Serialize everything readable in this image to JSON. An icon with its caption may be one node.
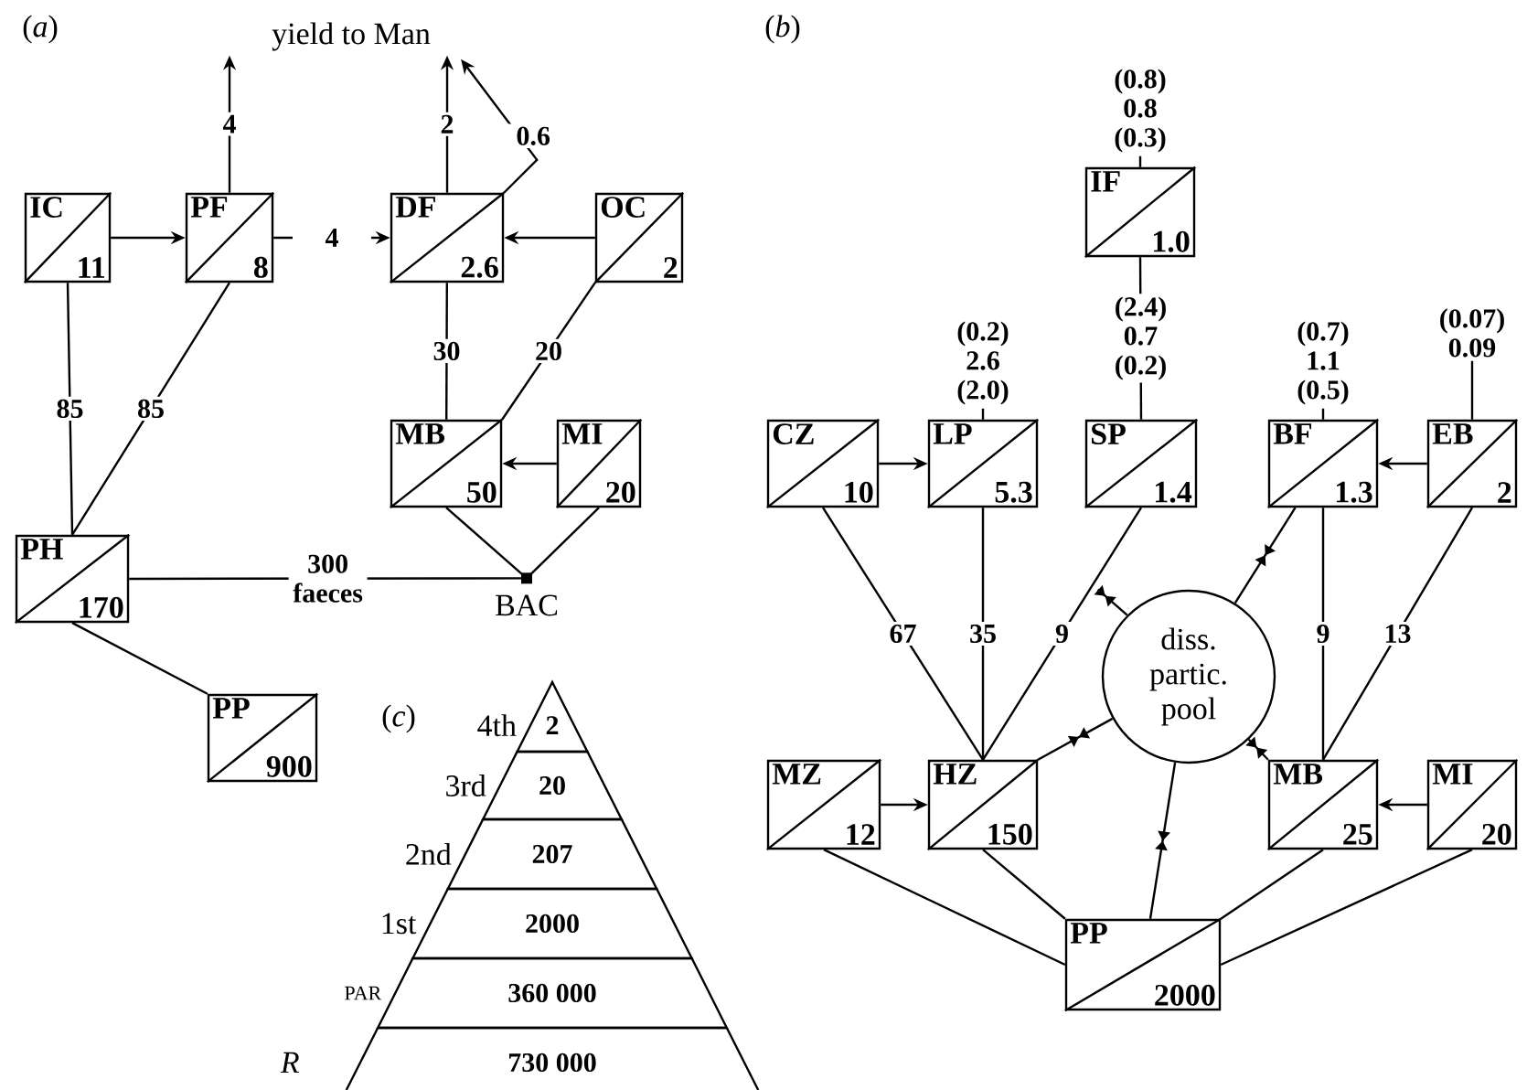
{
  "diagram": {
    "nodes": [
      {
        "text": [
          "yield to Man"
        ]
      },
      {
        "text": [
          "IC",
          "11"
        ]
      },
      {
        "text": [
          "PF",
          "8"
        ]
      },
      {
        "text": [
          "DF",
          "2.6"
        ]
      },
      {
        "text": [
          "OC",
          "2"
        ]
      },
      {
        "text": [
          "MB",
          "50"
        ]
      },
      {
        "text": [
          "MI",
          "20"
        ]
      },
      {
        "text": [
          "PH",
          "170"
        ]
      },
      {
        "text": [
          "BAC"
        ]
      },
      {
        "text": [
          "PP",
          "900"
        ]
      },
      {
        "text": [
          "IF",
          "1.0"
        ]
      },
      {
        "text": [
          "CZ",
          "10"
        ]
      },
      {
        "text": [
          "LP",
          "5.3"
        ]
      },
      {
        "text": [
          "SP",
          "1.4"
        ]
      },
      {
        "text": [
          "BF",
          "1.3"
        ]
      },
      {
        "text": [
          "EB",
          "2"
        ]
      },
      {
        "text": [
          "diss. partic. pool"
        ]
      },
      {
        "text": [
          "MZ",
          "12"
        ]
      },
      {
        "text": [
          "HZ",
          "150"
        ]
      },
      {
        "text": [
          "MB",
          "25"
        ]
      },
      {
        "text": [
          "MI",
          "20"
        ]
      },
      {
        "text": [
          "PP",
          "2000"
        ]
      },
      {
        "text": [
          "2"
        ],
        "beside": [
          "4th"
        ]
      },
      {
        "text": [
          "20"
        ],
        "beside": [
          "3rd"
        ]
      },
      {
        "text": [
          "207"
        ],
        "beside": [
          "2nd"
        ]
      },
      {
        "text": [
          "2000"
        ],
        "beside": [
          "1st"
        ]
      },
      {
        "text": [
          "360 000"
        ],
        "beside": [
          "PAR"
        ]
      },
      {
        "text": [
          "730 000"
        ],
        "beside": [
          "R"
        ]
      }
    ],
    "edges": [
      {
        "from": 2,
        "to": 0,
        "arrow": "to",
        "label": "4"
      },
      {
        "from": 3,
        "to": 0,
        "arrow": "to",
        "label": "2"
      },
      {
        "from": 3,
        "to": 0,
        "arrow": "to",
        "label": "0.6"
      },
      {
        "from": 1,
        "to": 2,
        "arrow": "to"
      },
      {
        "from": 2,
        "to": 3,
        "arrow": "to",
        "label": "4"
      },
      {
        "from": 4,
        "to": 3,
        "arrow": "to"
      },
      {
        "from": 1,
        "to": 7,
        "arrow": "none",
        "label": "85"
      },
      {
        "from": 2,
        "to": 7,
        "arrow": "none",
        "label": "85"
      },
      {
        "from": 3,
        "to": 5,
        "arrow": "none",
        "label": "30"
      },
      {
        "from": 4,
        "to": 5,
        "arrow": "none",
        "label": "20"
      },
      {
        "from": 6,
        "to": 5,
        "arrow": "to"
      },
      {
        "from": 5,
        "to": 8,
        "arrow": "none"
      },
      {
        "from": 6,
        "to": 8,
        "arrow": "none"
      },
      {
        "from": 7,
        "to": 8,
        "arrow": "none",
        "label": "300 faeces"
      },
      {
        "from": 7,
        "to": 9,
        "arrow": "none"
      },
      {
        "from": 10,
        "to": null,
        "arrow": "none",
        "label": "(0.8) 0.8 (0.3)"
      },
      {
        "from": 10,
        "to": 13,
        "arrow": "none",
        "label": "(2.4) 0.7 (0.2)"
      },
      {
        "from": 12,
        "to": null,
        "arrow": "none",
        "label": "(0.2) 2.6 (2.0)"
      },
      {
        "from": 14,
        "to": null,
        "arrow": "none",
        "label": "(0.7) 1.1 (0.5)"
      },
      {
        "from": 15,
        "to": null,
        "arrow": "none",
        "label": "(0.07) 0.09"
      },
      {
        "from": 11,
        "to": 12,
        "arrow": "to"
      },
      {
        "from": 15,
        "to": 14,
        "arrow": "to"
      },
      {
        "from": 11,
        "to": 18,
        "arrow": "none",
        "label": "67"
      },
      {
        "from": 12,
        "to": 18,
        "arrow": "none",
        "label": "35"
      },
      {
        "from": 13,
        "to": 18,
        "arrow": "none",
        "label": "9"
      },
      {
        "from": 14,
        "to": 16,
        "arrow": "to"
      },
      {
        "from": 14,
        "to": 19,
        "arrow": "none",
        "label": "9"
      },
      {
        "from": 15,
        "to": 19,
        "arrow": "none",
        "label": "13"
      },
      {
        "from": 18,
        "to": 16,
        "arrow": "to"
      },
      {
        "from": 16,
        "to": null,
        "arrow": "to"
      },
      {
        "from": 19,
        "to": 16,
        "arrow": "to"
      },
      {
        "from": 16,
        "to": 21,
        "arrow": "to"
      },
      {
        "from": 17,
        "to": 18,
        "arrow": "to"
      },
      {
        "from": 20,
        "to": 19,
        "arrow": "to"
      },
      {
        "from": 17,
        "to": 21,
        "arrow": "none"
      },
      {
        "from": 18,
        "to": 21,
        "arrow": "none"
      },
      {
        "from": 19,
        "to": 21,
        "arrow": "none"
      },
      {
        "from": 20,
        "to": 21,
        "arrow": "none"
      }
    ],
    "labels": [
      "(*a*)",
      "(*b*)",
      "(*c*)"
    ]
  }
}
